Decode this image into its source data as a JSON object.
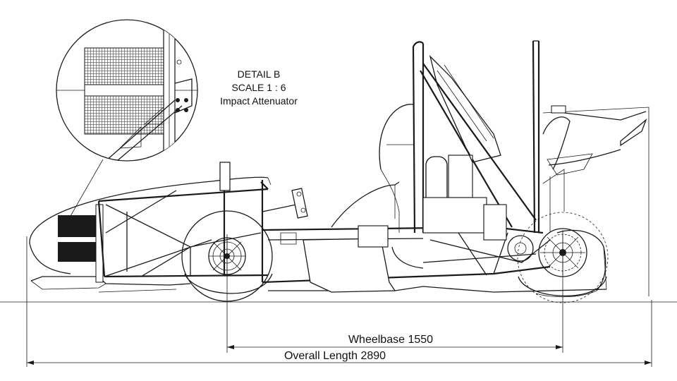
{
  "detail": {
    "title": "DETAIL B",
    "scale": "SCALE 1 : 6",
    "caption": "Impact Attenuator"
  },
  "dimensions": {
    "wheelbase": "Wheelbase 1550",
    "overall_length": "Overall Length 2890"
  }
}
